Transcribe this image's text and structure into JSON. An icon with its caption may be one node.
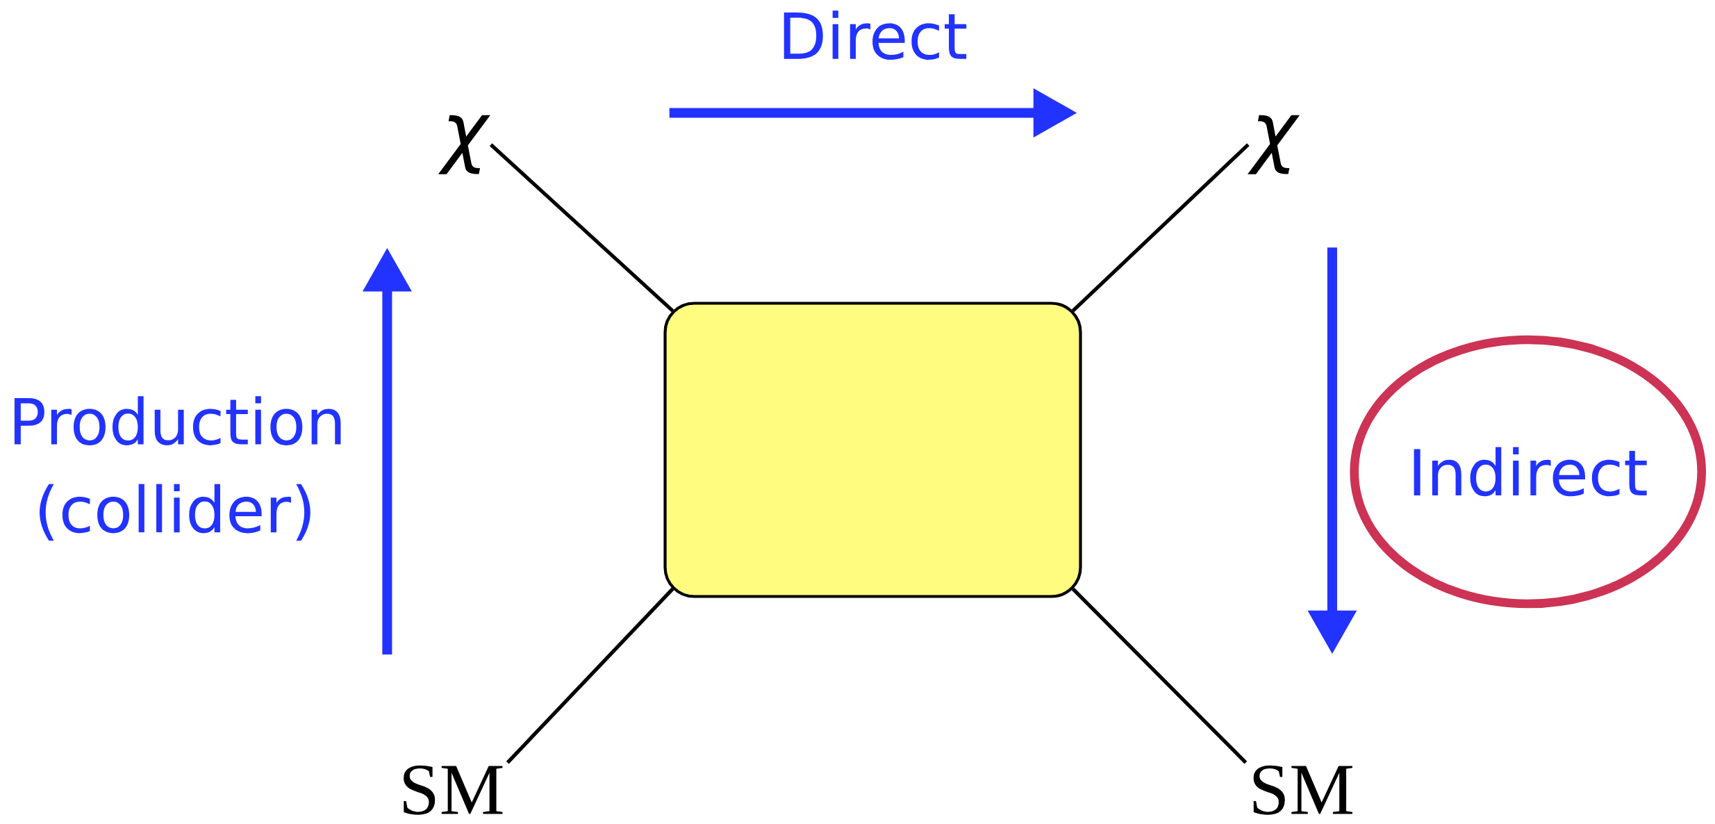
{
  "diagram": {
    "nodes": [
      {
        "text": [],
        "shape": "box"
      },
      {
        "text": [
          "χ"
        ]
      },
      {
        "text": [
          "χ"
        ]
      },
      {
        "text": [
          "SM"
        ]
      },
      {
        "text": [
          "SM"
        ]
      },
      {
        "text": [
          "Indirect"
        ]
      }
    ],
    "edges": [
      {
        "from": 1,
        "to": 0,
        "arrow": "none"
      },
      {
        "from": 2,
        "to": 0,
        "arrow": "none"
      },
      {
        "from": 3,
        "to": 0,
        "arrow": "none"
      },
      {
        "from": 4,
        "to": 0,
        "arrow": "none"
      }
    ],
    "labels": [
      "Direct",
      "Production (collider)"
    ]
  }
}
